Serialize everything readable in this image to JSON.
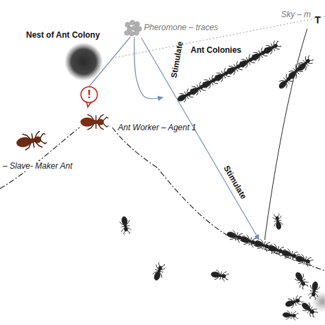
{
  "diagram": {
    "nodes": [
      {
        "text": [
          "Nest of Ant Colony"
        ]
      },
      {
        "text": [
          "Pheromone – traces"
        ]
      },
      {
        "text": [
          "Ant Colonies"
        ]
      },
      {
        "text": [
          "!"
        ]
      }
    ],
    "edges": [
      {
        "from": 3,
        "to": 1,
        "arrow": "none"
      },
      {
        "from": 1,
        "to": 2,
        "label": "Stimulate",
        "arrow": "to"
      }
    ],
    "labels": [
      "Sky – m",
      "T",
      "Ant Worker – Agent 1",
      "– Slave- Maker Ant",
      "Stimulate"
    ]
  }
}
